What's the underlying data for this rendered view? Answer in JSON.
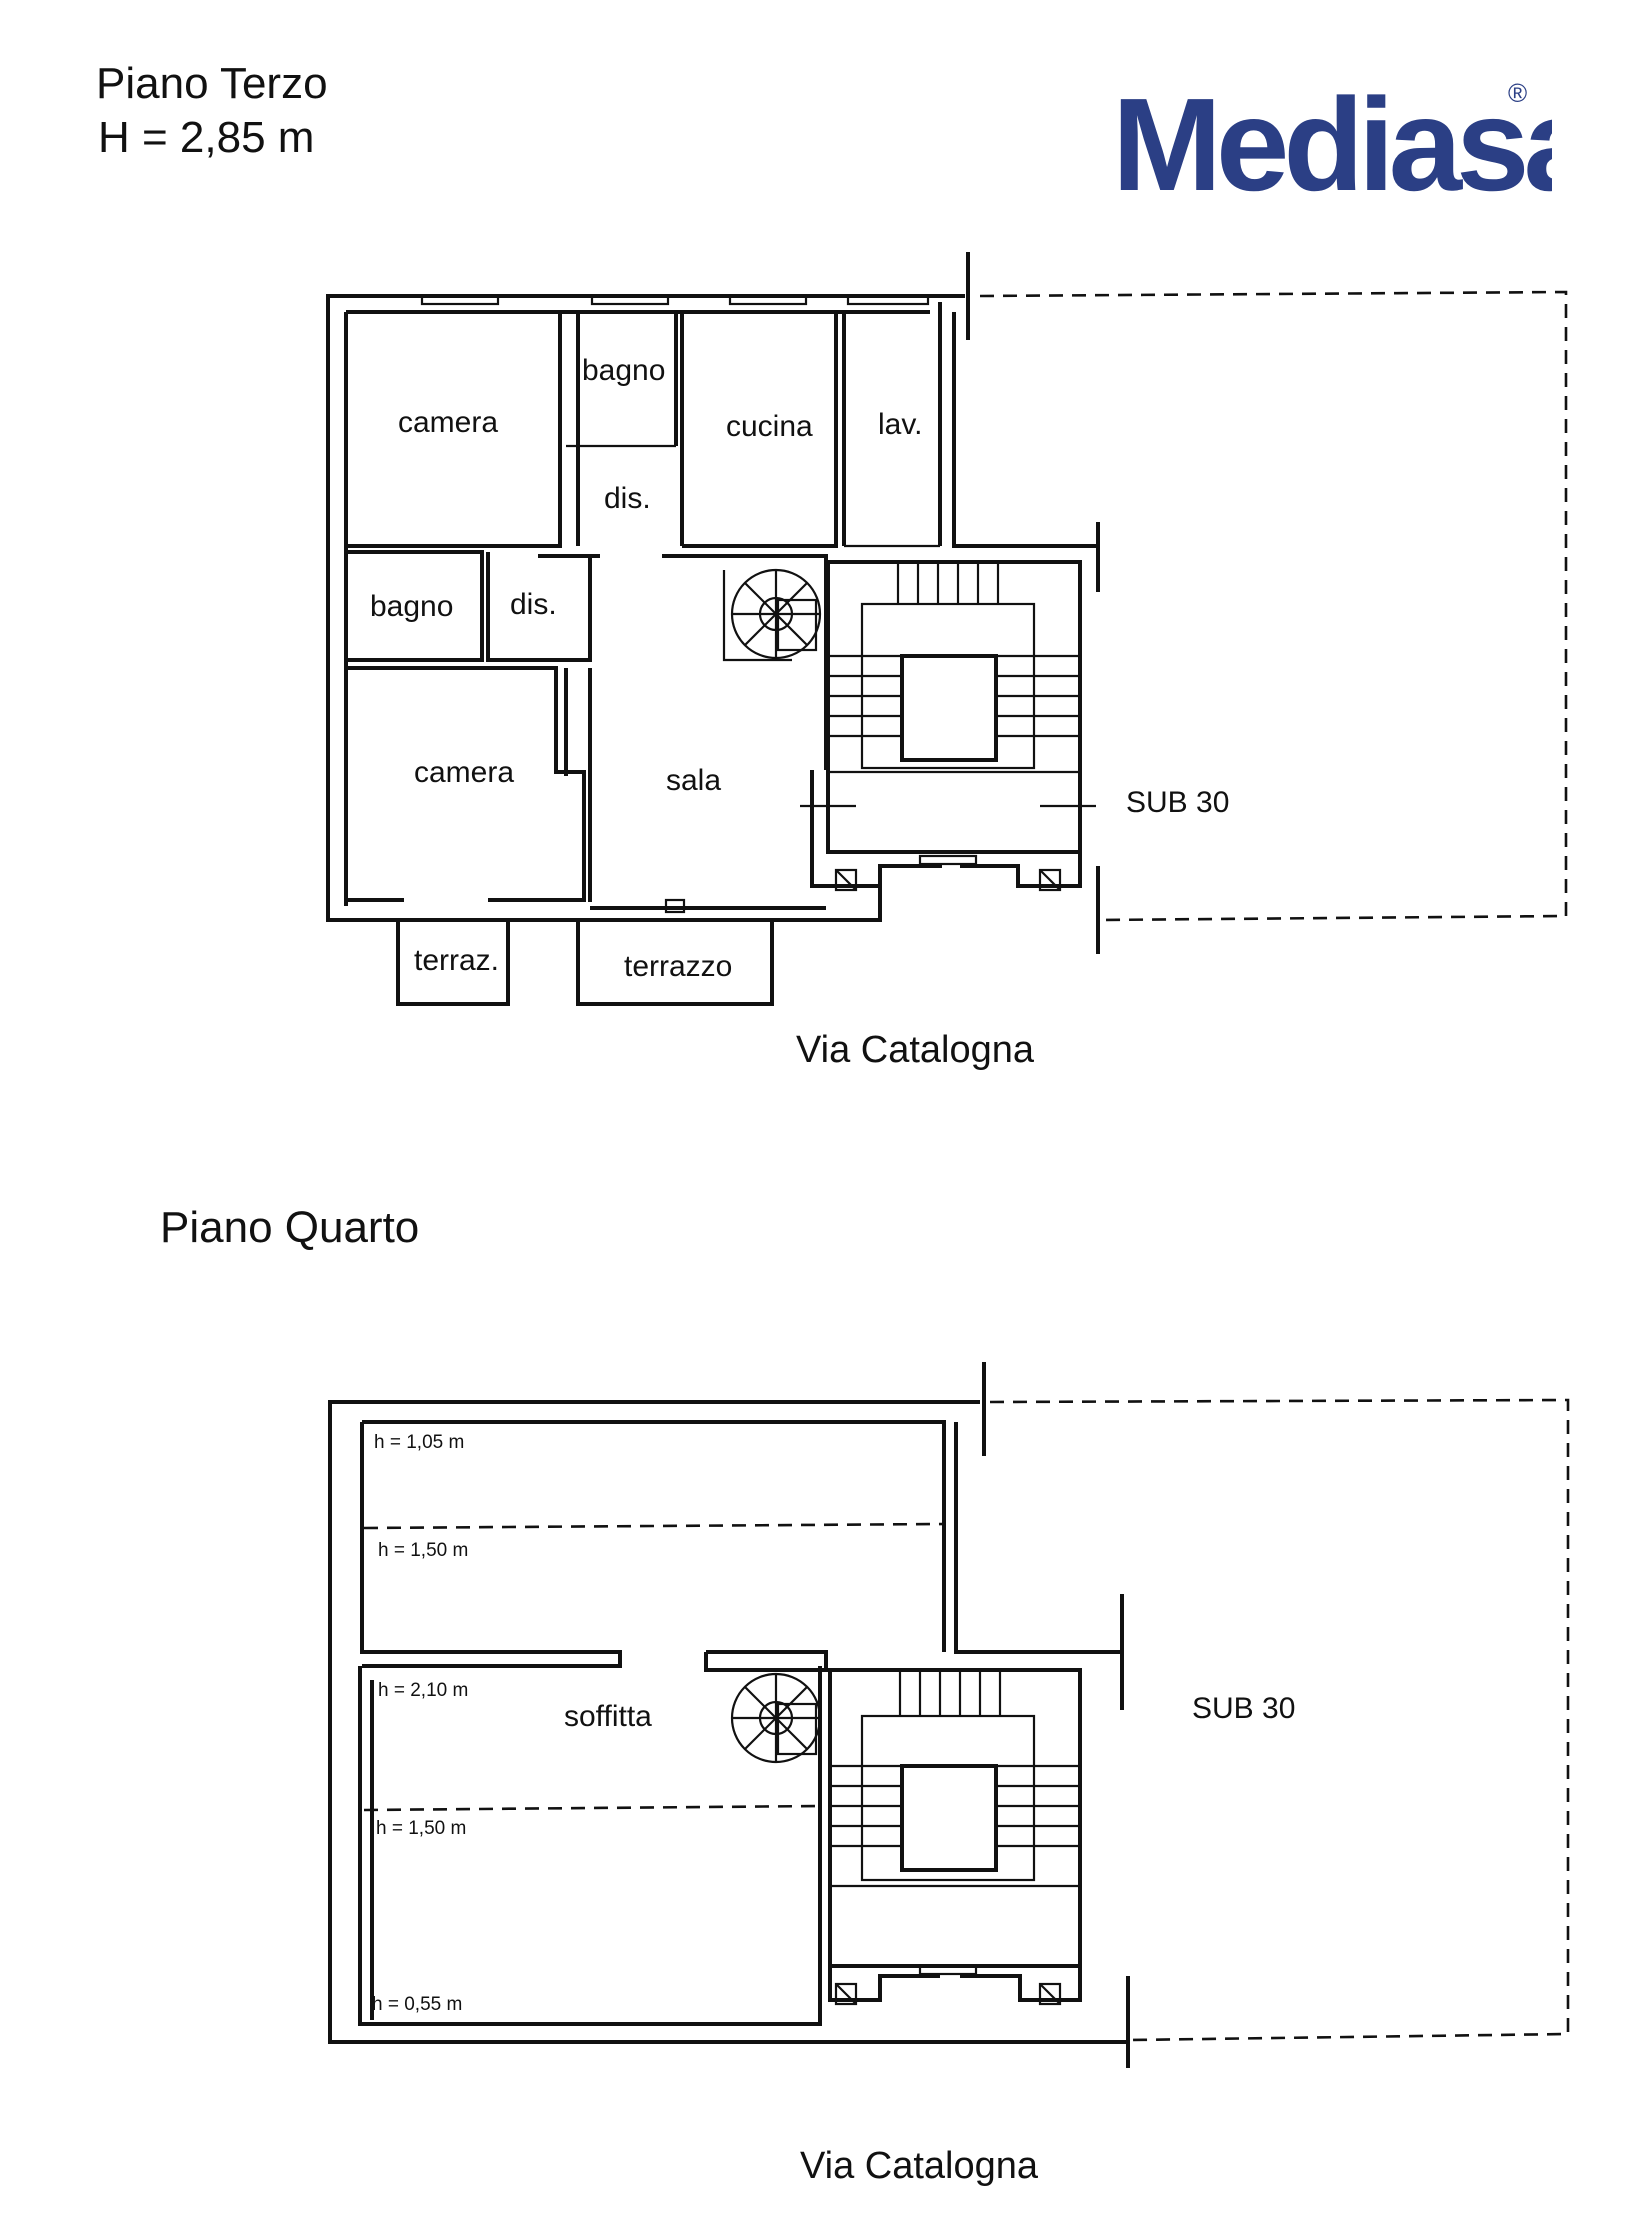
{
  "floor_3": {
    "title": "Piano Terzo",
    "height": "H = 2,85 m",
    "rooms": {
      "camera_top": "camera",
      "bagno_top": "bagno",
      "dis_top": "dis.",
      "cucina": "cucina",
      "lav": "lav.",
      "bagno_left": "bagno",
      "dis_left": "dis.",
      "camera_bottom": "camera",
      "sala": "sala",
      "terraz_small": "terraz.",
      "terrazzo": "terrazzo"
    },
    "sub_label": "SUB 30",
    "street": "Via Catalogna"
  },
  "floor_4": {
    "title": "Piano Quarto",
    "heights": {
      "h1": "h = 1,05 m",
      "h2": "h = 1,50 m",
      "h3": "h = 2,10 m",
      "h4": "h = 1,50 m",
      "h5": "h = 0,55 m"
    },
    "room": "soffitta",
    "sub_label": "SUB 30",
    "street": "Via Catalogna"
  },
  "logo": {
    "text": "Mediasard",
    "mark": "®",
    "color": "#2b3f85"
  }
}
